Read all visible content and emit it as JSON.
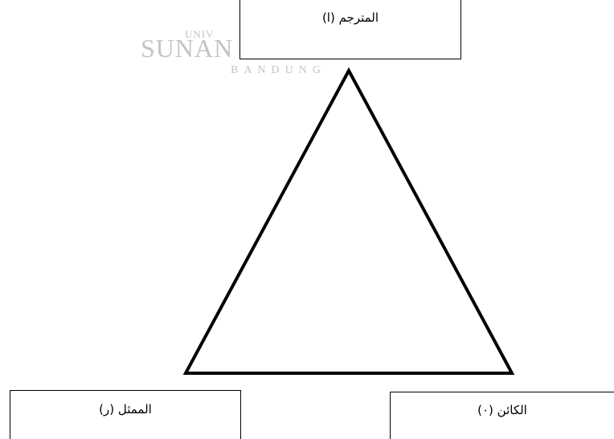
{
  "watermark": {
    "line1": "UNIV",
    "line2": "SUNAN GUNUNG DJATI",
    "line3": "BANDUNG"
  },
  "triangle_nodes": {
    "top": "المترجم (ا)",
    "bottom_left": "الممثل (ر)",
    "bottom_right": "الكائن (٠)"
  },
  "colors": {
    "stroke": "#000000",
    "watermark": "#c4c4c4"
  }
}
